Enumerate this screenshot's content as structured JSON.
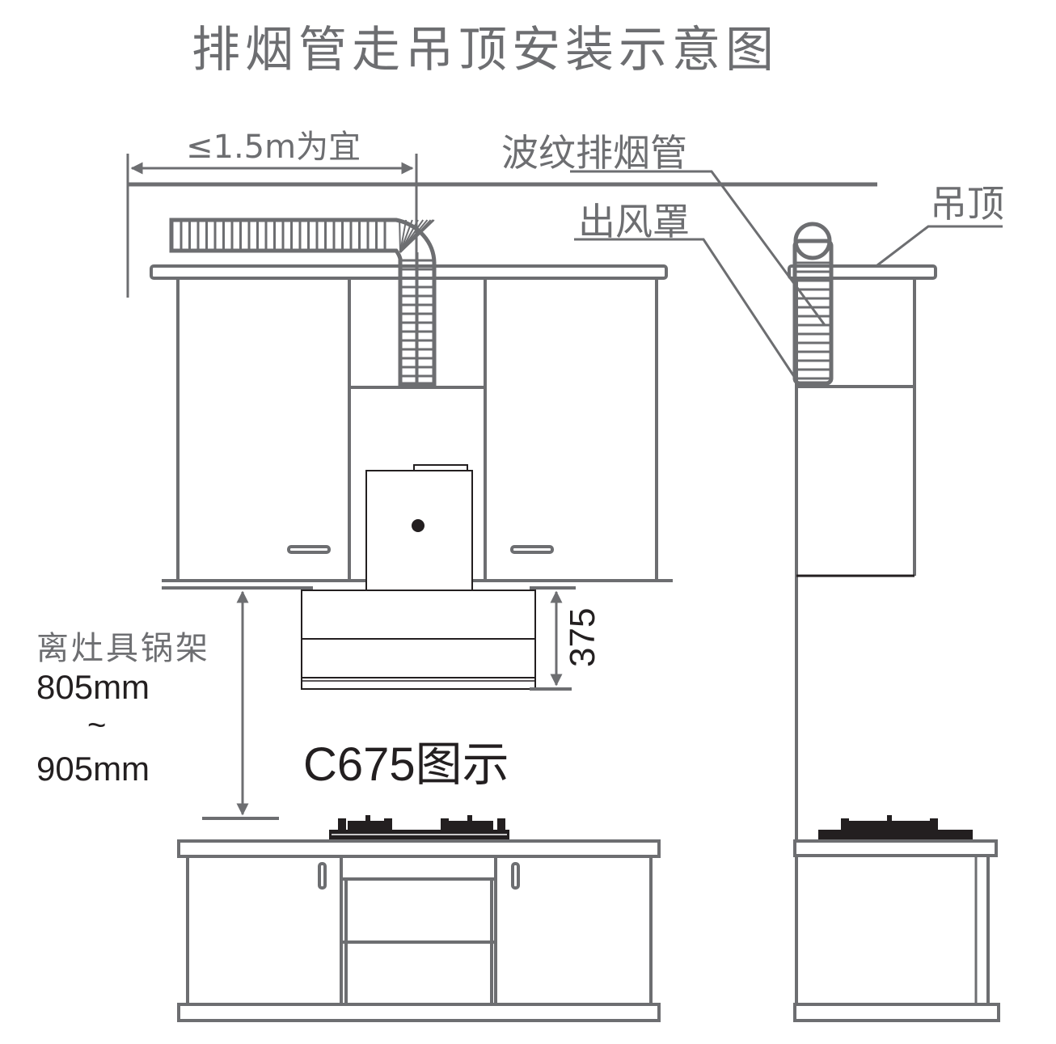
{
  "title": "排烟管走吊顶安装示意图",
  "labels": {
    "max_length": "≤1.5m为宜",
    "corrugated_duct": "波纹排烟管",
    "outlet_cover": "出风罩",
    "ceiling": "吊顶",
    "hood_depth": "375",
    "distance_label": "离灶具锅架",
    "distance_min": "805mm",
    "distance_sep": "~",
    "distance_max": "905mm",
    "model": "C675图示"
  },
  "colors": {
    "line": "#6d6e71",
    "ink": "#231f20"
  }
}
